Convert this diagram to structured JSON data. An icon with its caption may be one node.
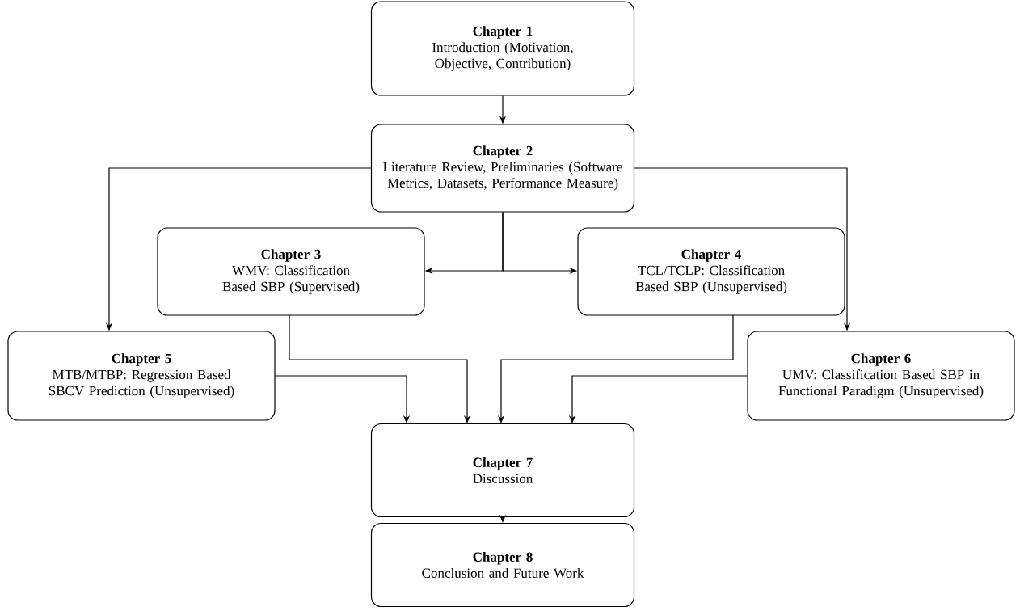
{
  "diagram": {
    "nodes": [
      {
        "text": [
          "Chapter 1",
          "Introduction (Motivation, Objective, Contribution)"
        ]
      },
      {
        "text": [
          "Chapter 2",
          "Literature Review, Preliminaries (Software Metrics, Datasets, Performance Measure)"
        ]
      },
      {
        "text": [
          "Chapter 3",
          "WMV: Classification Based SBP (Supervised)"
        ]
      },
      {
        "text": [
          "Chapter 4",
          "TCL/TCLP: Classification Based SBP (Unsupervised)"
        ]
      },
      {
        "text": [
          "Chapter 5",
          "MTB/MTBP: Regression Based SBCV Prediction (Unsupervised)"
        ]
      },
      {
        "text": [
          "Chapter 6",
          "UMV: Classification Based SBP in Functional Paradigm (Unsupervised)"
        ]
      },
      {
        "text": [
          "Chapter 7",
          "Discussion"
        ]
      },
      {
        "text": [
          "Chapter 8",
          "Conclusion and Future Work"
        ]
      }
    ],
    "edges": [
      {
        "from": 0,
        "to": 1,
        "arrow": "to"
      },
      {
        "from": 1,
        "to": 2,
        "arrow": "to"
      },
      {
        "from": 1,
        "to": 3,
        "arrow": "to"
      },
      {
        "from": 1,
        "to": 4,
        "arrow": "to"
      },
      {
        "from": 1,
        "to": 5,
        "arrow": "to"
      },
      {
        "from": 2,
        "to": 6,
        "arrow": "to"
      },
      {
        "from": 3,
        "to": 6,
        "arrow": "to"
      },
      {
        "from": 4,
        "to": 6,
        "arrow": "to"
      },
      {
        "from": 5,
        "to": 6,
        "arrow": "to"
      },
      {
        "from": 6,
        "to": 7,
        "arrow": "to"
      }
    ]
  }
}
